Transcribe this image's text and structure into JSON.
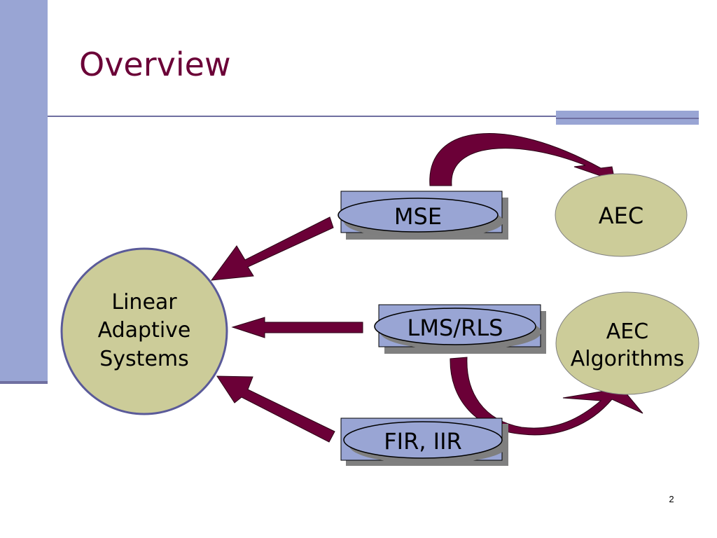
{
  "slide": {
    "title": "Overview",
    "page_number": "2"
  },
  "diagram": {
    "center_node": {
      "lines": [
        "Linear",
        "Adaptive",
        "Systems"
      ]
    },
    "concept_boxes": [
      {
        "label": "MSE"
      },
      {
        "label": "LMS/RLS"
      },
      {
        "label": "FIR, IIR"
      }
    ],
    "application_nodes": [
      {
        "lines": [
          "AEC"
        ]
      },
      {
        "lines": [
          "AEC",
          "Algorithms"
        ]
      }
    ],
    "arrows": [
      {
        "from": "MSE",
        "to": "Linear Adaptive Systems"
      },
      {
        "from": "LMS/RLS",
        "to": "Linear Adaptive Systems"
      },
      {
        "from": "FIR, IIR",
        "to": "Linear Adaptive Systems"
      },
      {
        "from": "MSE",
        "to": "AEC"
      },
      {
        "from": "LMS/RLS",
        "to": "AEC Algorithms"
      }
    ],
    "colors": {
      "title": "#6b0037",
      "arrow_fill": "#6b0037",
      "node_fill": "#cccc99",
      "box_fill": "#99a5d4",
      "box_shadow": "#808080",
      "accent_bar": "#99a5d4",
      "accent_line": "#6f6fa0"
    }
  }
}
